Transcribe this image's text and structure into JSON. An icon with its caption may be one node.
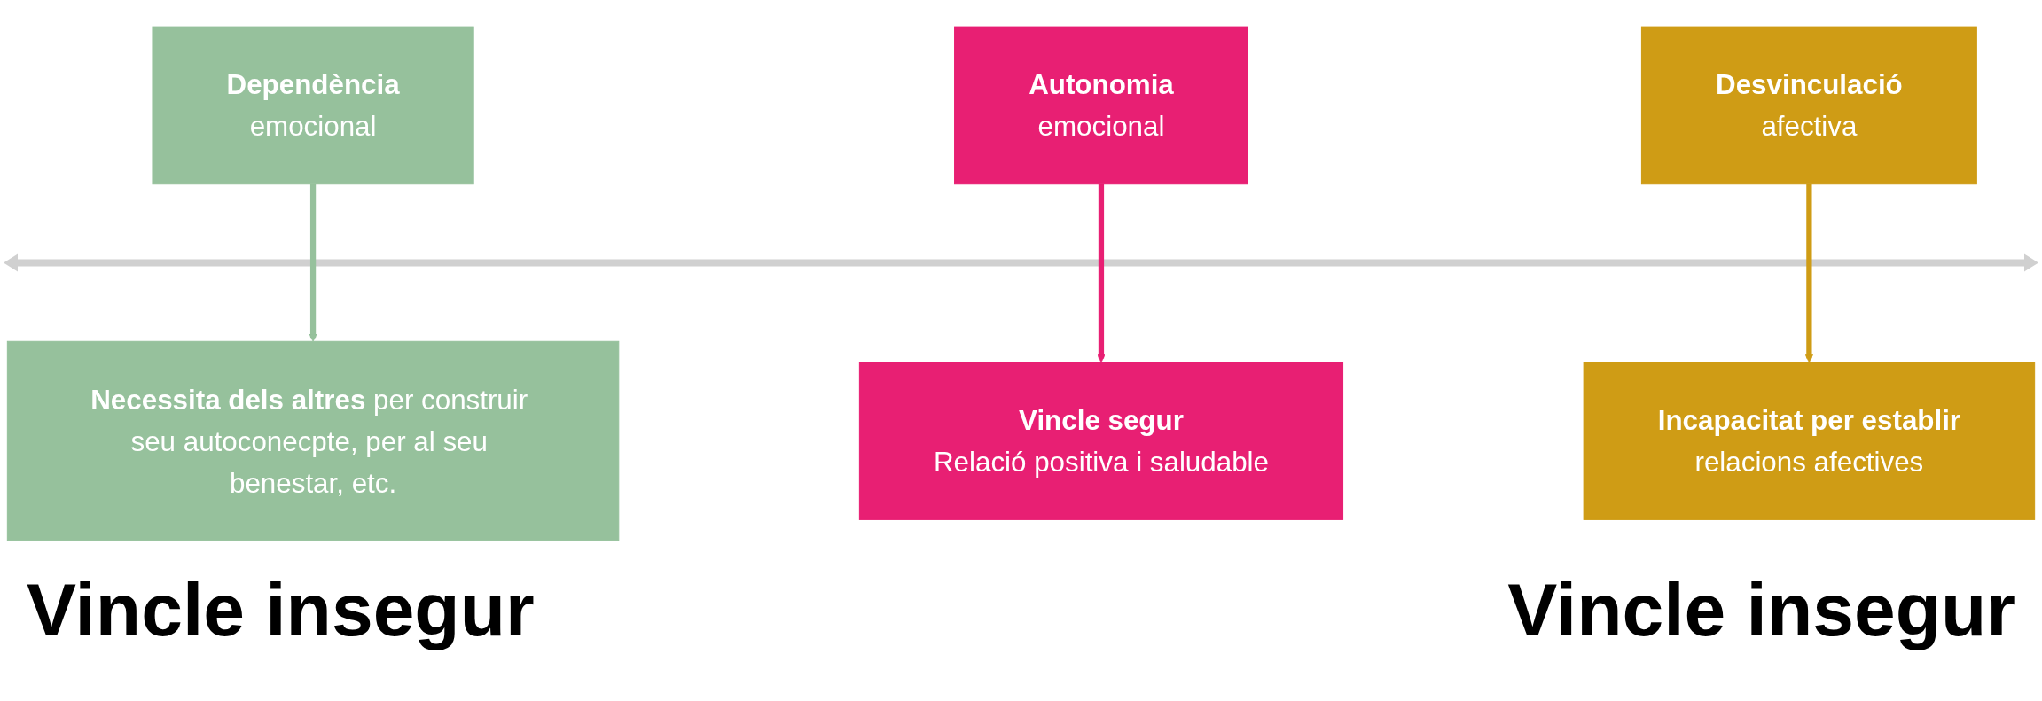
{
  "diagram": {
    "nodes": [
      {
        "text": [
          "Dependència",
          "emocional"
        ]
      },
      {
        "text": [
          "Autonomia",
          "emocional"
        ]
      },
      {
        "text": [
          "Desvinculació",
          "afectiva"
        ]
      },
      {
        "text": [
          "**Necessita dels altres** per construir seu autoconecpte, per al seu benestar, etc."
        ]
      },
      {
        "text": [
          "Vincle segur",
          "Relació positiva i saludable"
        ]
      },
      {
        "text": [
          "Incapacitat per establir",
          "relacions afectives"
        ]
      }
    ],
    "edges": [
      {
        "from": 0,
        "to": 3,
        "arrow": "to",
        "color": "#96c19c"
      },
      {
        "from": 1,
        "to": 4,
        "arrow": "to",
        "color": "#e81f73"
      },
      {
        "from": 2,
        "to": 5,
        "arrow": "to",
        "color": "#cf9c15"
      }
    ],
    "labels": [
      "Vincle insegur",
      "Vincle insegur"
    ]
  }
}
